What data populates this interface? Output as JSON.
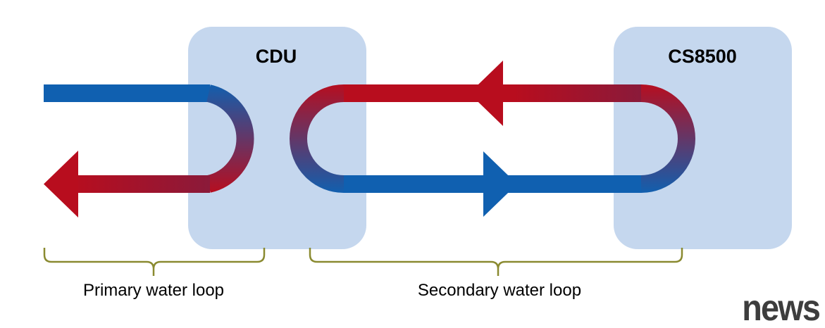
{
  "boxes": {
    "cdu": {
      "label": "CDU"
    },
    "cs8500": {
      "label": "CS8500"
    }
  },
  "loops": {
    "primary": {
      "label": "Primary water loop"
    },
    "secondary": {
      "label": "Secondary water loop"
    }
  },
  "watermark": "news",
  "colors": {
    "box_fill": "#c5d7ee",
    "cold": "#1060b0",
    "hot": "#b80d1e",
    "brace": "#8a8a30"
  }
}
